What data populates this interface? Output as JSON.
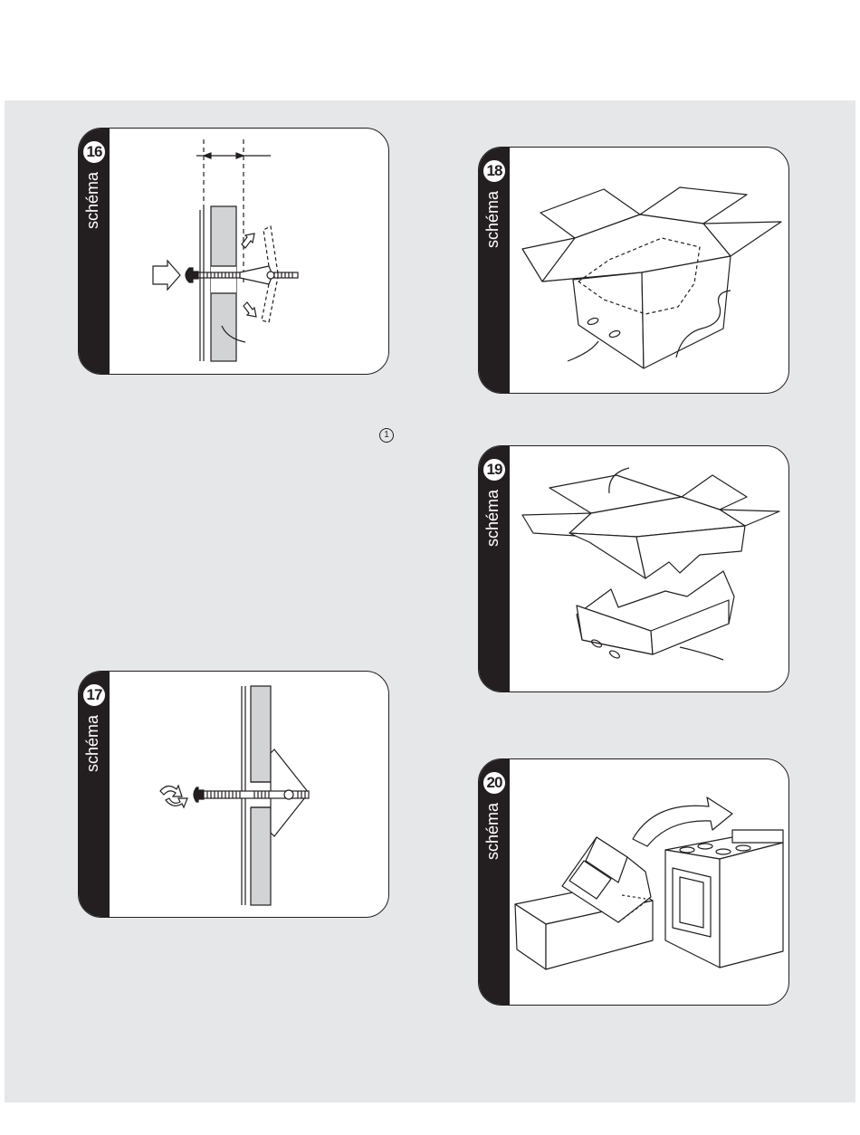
{
  "figures": [
    {
      "id": "16",
      "label": "schéma"
    },
    {
      "id": "17",
      "label": "schéma"
    },
    {
      "id": "18",
      "label": "schéma"
    },
    {
      "id": "19",
      "label": "schéma"
    },
    {
      "id": "20",
      "label": "schéma"
    }
  ],
  "callout_marker": "1",
  "colors": {
    "page_background": "#e6e7e8",
    "ink": "#231f20",
    "panel_fill": "#ffffff",
    "wall_fill": "#d1d3d4"
  }
}
